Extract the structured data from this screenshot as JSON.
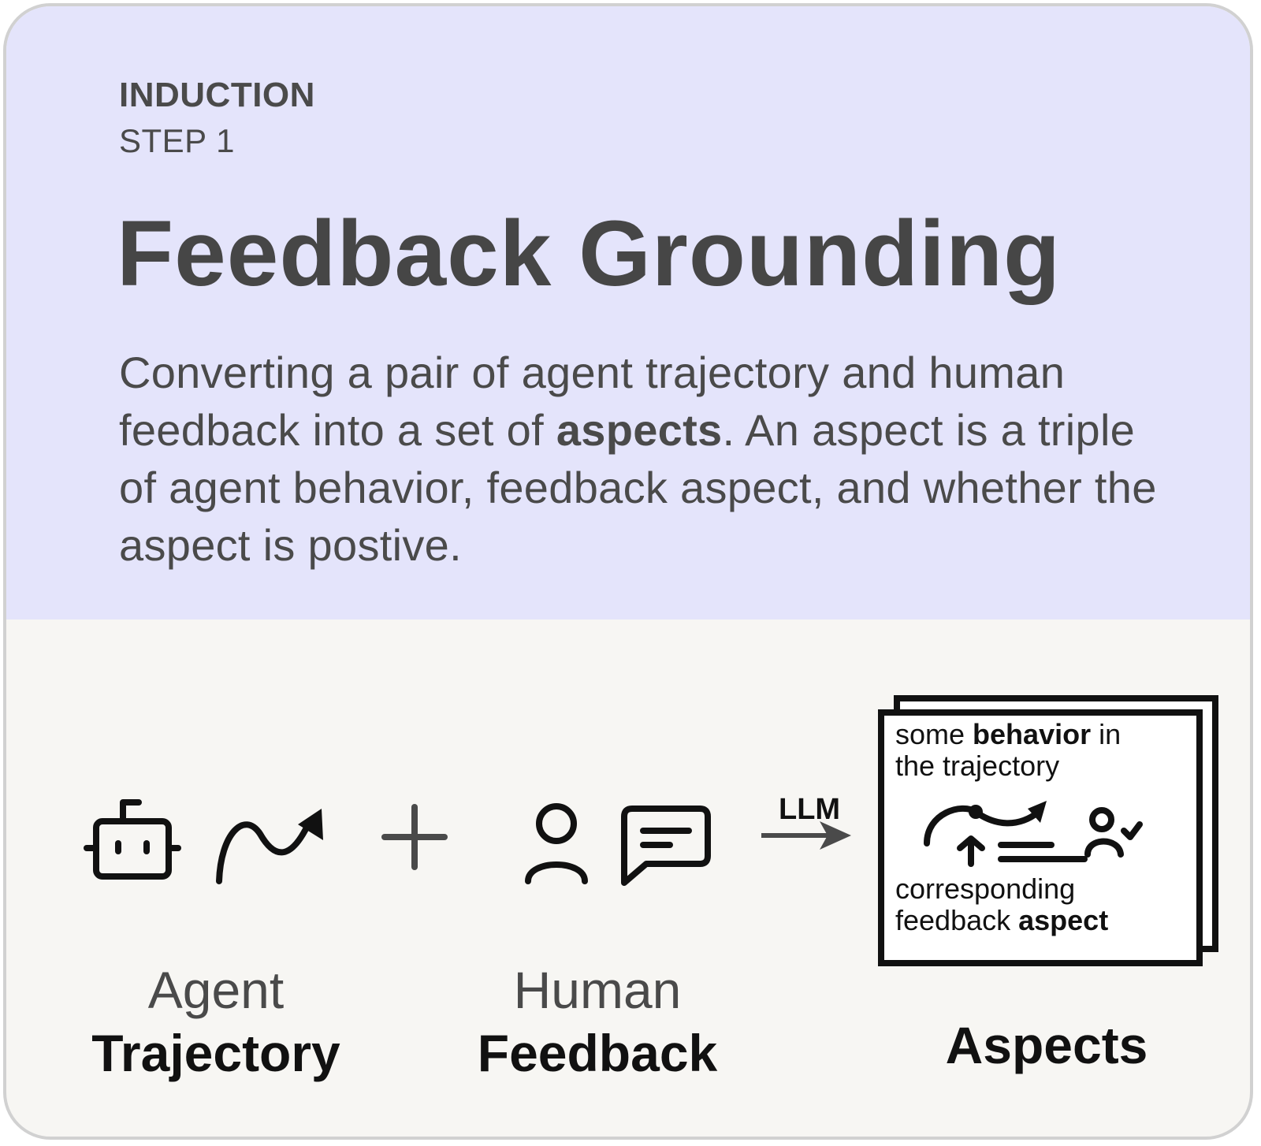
{
  "header": {
    "kicker": "INDUCTION",
    "step": "STEP 1",
    "title": "Feedback Grounding",
    "description": {
      "before": "Converting a pair of agent trajectory and human feedback into a set of ",
      "bold": "aspects",
      "after": ". An aspect is a triple of agent behavior, feedback aspect, and whether the aspect is postive."
    }
  },
  "diagram": {
    "agent": {
      "top": "Agent",
      "bottom": "Trajectory",
      "icons": [
        "robot-icon",
        "trajectory-arrow-icon"
      ]
    },
    "plus_icon": "plus-icon",
    "human": {
      "top": "Human",
      "bottom": "Feedback",
      "icons": [
        "person-icon",
        "chat-bubble-icon"
      ]
    },
    "arrow_label": "LLM",
    "aspects": {
      "label": "Aspects",
      "behavior_pre": "some ",
      "behavior_bold": "behavior",
      "behavior_post": " in",
      "behavior_line2": "the trajectory",
      "aspect_line1": "corresponding",
      "aspect_pre": "feedback ",
      "aspect_bold": "aspect"
    }
  },
  "colors": {
    "top_panel": "#e4e4fb",
    "bottom_panel": "#f7f6f3",
    "text_dark": "#4a4a4a",
    "ink": "#111111"
  }
}
